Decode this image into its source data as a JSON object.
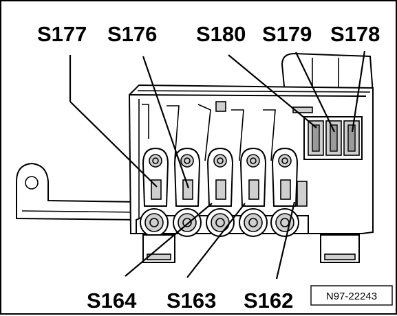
{
  "labels": {
    "top": [
      "S177",
      "S176",
      "S180",
      "S179",
      "S178"
    ],
    "bottom": [
      "S164",
      "S163",
      "S162"
    ]
  },
  "reference_code": "N97-22243"
}
